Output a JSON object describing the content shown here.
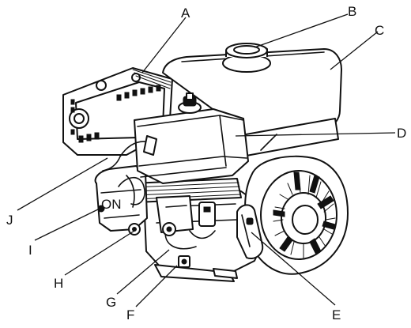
{
  "diagram": {
    "labels": [
      {
        "key": "a",
        "text": "A"
      },
      {
        "key": "b",
        "text": "B"
      },
      {
        "key": "c",
        "text": "C"
      },
      {
        "key": "d",
        "text": "D"
      },
      {
        "key": "e",
        "text": "E"
      },
      {
        "key": "f",
        "text": "F"
      },
      {
        "key": "g",
        "text": "G"
      },
      {
        "key": "h",
        "text": "H"
      },
      {
        "key": "i",
        "text": "I"
      },
      {
        "key": "j",
        "text": "J"
      }
    ],
    "stamped_text": "ON"
  }
}
